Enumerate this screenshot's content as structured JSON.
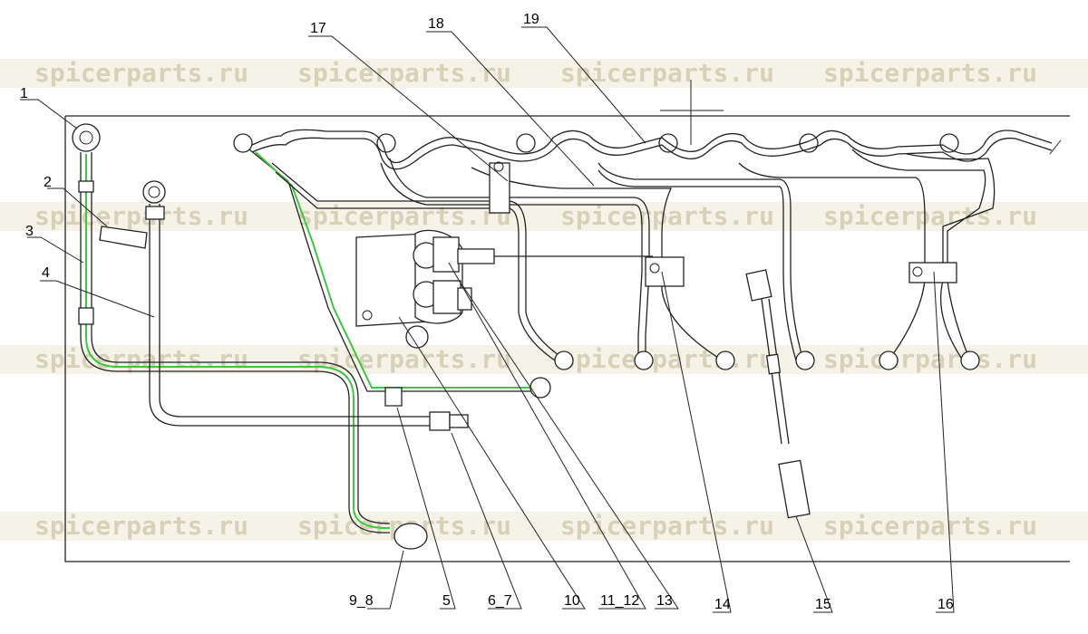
{
  "watermark": "spicerparts.ru",
  "callouts": {
    "c1": "1",
    "c2": "2",
    "c3": "3",
    "c4": "4",
    "c5": "5",
    "c6_7": "6_7",
    "c9_8": "9_8",
    "c10": "10",
    "c11_12": "11_12",
    "c13": "13",
    "c14": "14",
    "c15": "15",
    "c16": "16",
    "c17": "17",
    "c18": "18",
    "c19": "19"
  },
  "colors": {
    "highlight": "#3cc83c",
    "line": "#222222",
    "marker": "#ff6600"
  }
}
